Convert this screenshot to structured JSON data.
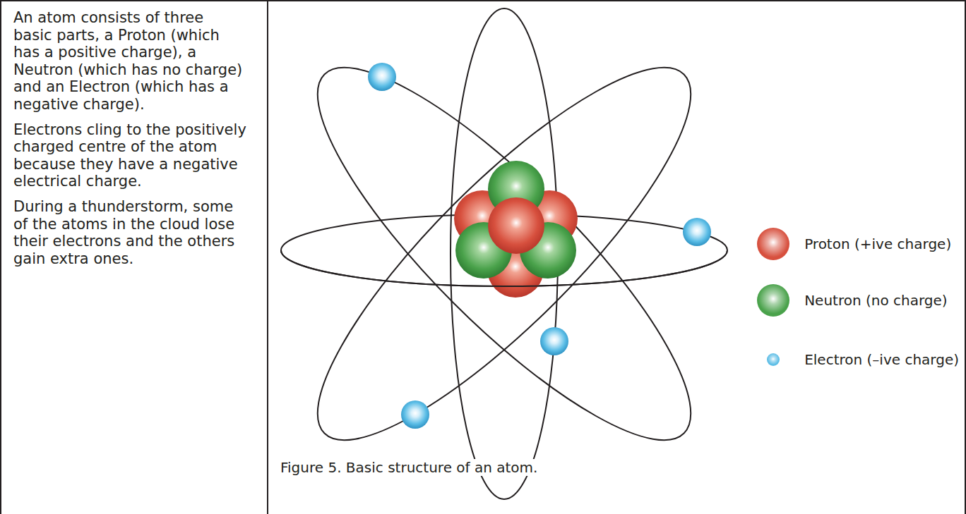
{
  "diagram": {
    "caption": "Figure 5. Basic structure of an atom.",
    "nodes": [
      {
        "text": [
          "An atom consists of three basic parts, a Proton (which has a positive charge), a Neutron (which has no charge) and an Electron (which has a negative charge).",
          "Electrons cling to the positively charged centre of the atom because they have a negative electrical charge.",
          "During a thunderstorm, some of the atoms in the cloud lose their electrons and the others gain extra ones."
        ]
      }
    ],
    "legend": [
      {
        "text": "Proton (+ive charge)",
        "color": "#d7503e"
      },
      {
        "text": "Neutron (no charge)",
        "color": "#4aa24b"
      },
      {
        "text": "Electron (–ive charge)",
        "color": "#5bbde6"
      }
    ]
  }
}
